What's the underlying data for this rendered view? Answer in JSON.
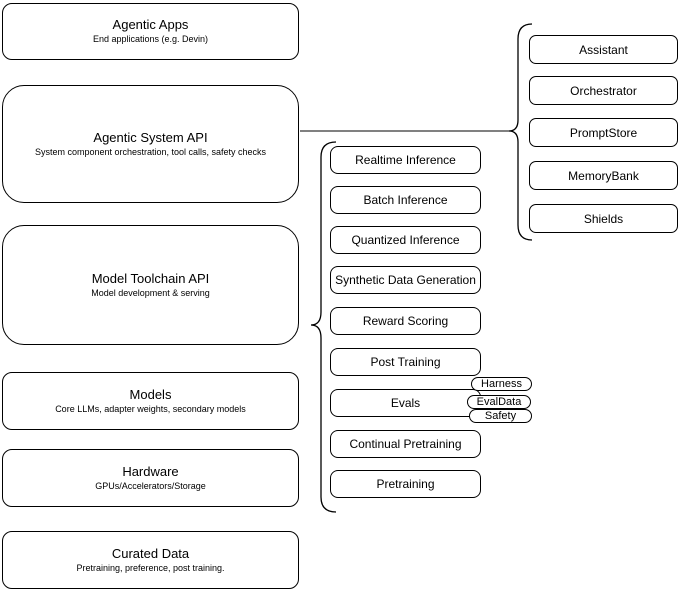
{
  "diagram": {
    "left_stack": {
      "boxes": [
        {
          "title": "Agentic Apps",
          "subtitle": "End applications (e.g. Devin)"
        },
        {
          "title": "Agentic System API",
          "subtitle": "System component orchestration, tool calls, safety checks"
        },
        {
          "title": "Model Toolchain API",
          "subtitle": "Model development & serving"
        },
        {
          "title": "Models",
          "subtitle": "Core LLMs, adapter weights, secondary models"
        },
        {
          "title": "Hardware",
          "subtitle": "GPUs/Accelerators/Storage"
        },
        {
          "title": "Curated Data",
          "subtitle": "Pretraining, preference, post training."
        }
      ]
    },
    "toolchain_group": {
      "items": [
        "Realtime Inference",
        "Batch Inference",
        "Quantized Inference",
        "Synthetic Data Generation",
        "Reward Scoring",
        "Post Training",
        "Evals",
        "Continual Pretraining",
        "Pretraining"
      ],
      "evals_tags": [
        "Harness",
        "EvalData",
        "Safety"
      ]
    },
    "system_group": {
      "items": [
        "Assistant",
        "Orchestrator",
        "PromptStore",
        "MemoryBank",
        "Shields"
      ]
    },
    "colors": {
      "box_stroke": "#000000",
      "box_fill": "#ffffff",
      "connector": "#808080",
      "text": "#000000",
      "background": "#ffffff"
    }
  }
}
